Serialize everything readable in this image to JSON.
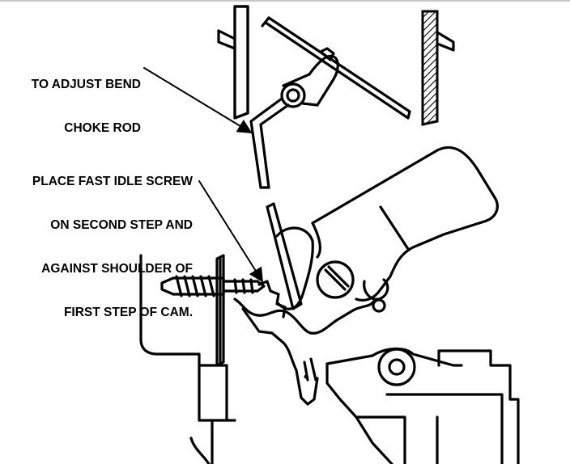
{
  "callouts": {
    "choke_rod": {
      "line1": "TO ADJUST BEND",
      "line2": "CHOKE ROD"
    },
    "fast_idle": {
      "line1": "PLACE FAST IDLE SCREW",
      "line2": "ON SECOND STEP AND",
      "line3": "AGAINST SHOULDER OF",
      "line4": "FIRST STEP OF CAM."
    }
  }
}
